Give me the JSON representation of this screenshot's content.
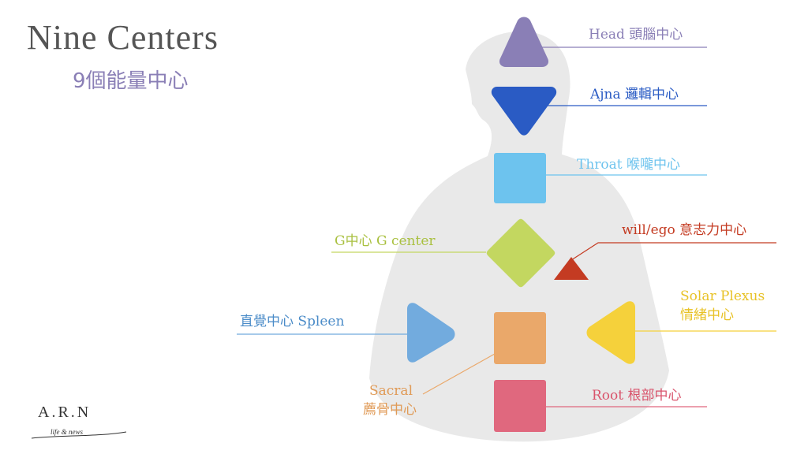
{
  "title": "Nine Centers",
  "subtitle": "9個能量中心",
  "colors": {
    "body_silhouette": "#e9e9e9",
    "head": "#8a7fb6",
    "ajna": "#2a5bc4",
    "throat": "#6dc3ee",
    "g_center": "#c3d760",
    "will_ego": "#c43b22",
    "spleen": "#72abde",
    "sacral": "#eaa86a",
    "solar_plexus": "#f5d13b",
    "root": "#e0687e"
  },
  "centers": {
    "head": {
      "label": "Head 頭腦中心",
      "color": "#8a7fb6",
      "shape": "triangle-up"
    },
    "ajna": {
      "label": "Ajna  邏輯中心",
      "color": "#2a5bc4",
      "shape": "triangle-down"
    },
    "throat": {
      "label": "Throat 喉嚨中心",
      "color": "#6dc3ee",
      "shape": "square"
    },
    "g_center": {
      "label": "G中心 G center",
      "color": "#c3d760",
      "shape": "diamond"
    },
    "will_ego": {
      "label": "will/ego 意志力中心",
      "color": "#c43b22",
      "shape": "triangle-up"
    },
    "solar_plexus": {
      "label_line1": "Solar Plexus",
      "label_line2": "情緒中心",
      "color": "#f5d13b",
      "shape": "triangle-left"
    },
    "spleen": {
      "label": "直覺中心 Spleen",
      "color": "#72abde",
      "shape": "triangle-right"
    },
    "sacral": {
      "label_line1": "Sacral",
      "label_line2": "薦骨中心",
      "color": "#eaa86a",
      "shape": "square"
    },
    "root": {
      "label": "Root 根部中心",
      "color": "#e0687e",
      "shape": "square"
    }
  },
  "logo": {
    "main": "A.R.N",
    "sub": "life & news"
  }
}
